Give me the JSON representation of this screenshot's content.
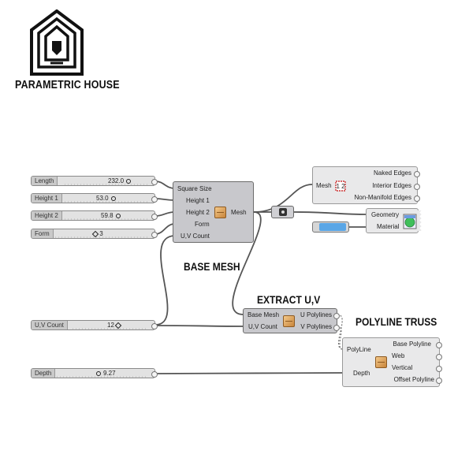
{
  "brand": {
    "name": "PARAMETRIC HOUSE"
  },
  "sliders": {
    "length": {
      "label": "Length",
      "value": "232.0"
    },
    "height1": {
      "label": "Height 1",
      "value": "53.0"
    },
    "height2": {
      "label": "Height 2",
      "value": "59.8"
    },
    "form": {
      "label": "Form",
      "value": "3"
    },
    "uv_count": {
      "label": "U,V Count",
      "value": "12"
    },
    "depth": {
      "label": "Depth",
      "value": "9.27"
    }
  },
  "base_mesh": {
    "title": "BASE MESH",
    "inputs": [
      "Square Size",
      "Height 1",
      "Height 2",
      "Form",
      "U,V Count"
    ],
    "output": "Mesh"
  },
  "edges": {
    "input": "Mesh",
    "outputs": [
      "Naked Edges",
      "Interior Edges",
      "Non-Manifold Edges"
    ]
  },
  "preview": {
    "inputs": [
      "Geometry",
      "Material"
    ],
    "color": "#5aa6e6"
  },
  "extract_uv": {
    "title": "EXTRACT U,V",
    "inputs": [
      "Base Mesh",
      "U,V Count"
    ],
    "outputs": [
      "U Polylines",
      "V Polylines"
    ]
  },
  "polyline_truss": {
    "title": "POLYLINE TRUSS",
    "inputs": [
      "PolyLine",
      "Depth"
    ],
    "outputs": [
      "Base Polyline",
      "Web",
      "Vertical",
      "Offset Polyline"
    ]
  }
}
